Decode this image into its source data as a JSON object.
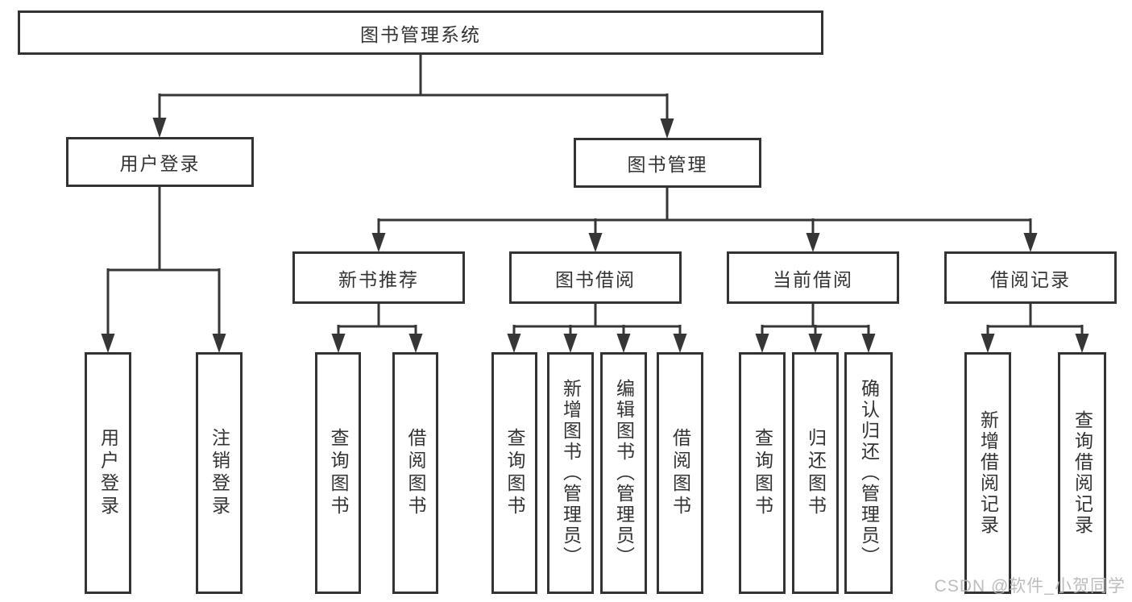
{
  "tree": {
    "root": "图书管理系统",
    "branches": [
      {
        "label": "用户登录",
        "leaves": [
          "用户登录",
          "注销登录"
        ]
      },
      {
        "label": "图书管理",
        "groups": [
          {
            "label": "新书推荐",
            "leaves": [
              "查询图书",
              "借阅图书"
            ]
          },
          {
            "label": "图书借阅",
            "leaves": [
              "查询图书",
              "新增图书（管理员）",
              "编辑图书（管理员）",
              "借阅图书"
            ]
          },
          {
            "label": "当前借阅",
            "leaves": [
              "查询图书",
              "归还图书",
              "确认归还（管理员）"
            ]
          },
          {
            "label": "借阅记录",
            "leaves": [
              "新增借阅记录",
              "查询借阅记录"
            ]
          }
        ]
      }
    ]
  },
  "watermark": {
    "text": "CSDN @软件_小贺同学"
  },
  "colors": {
    "line": "#363636",
    "box_border": "#333333",
    "text": "#333333",
    "background": "#ffffff",
    "watermark": "#b5b5b5"
  }
}
